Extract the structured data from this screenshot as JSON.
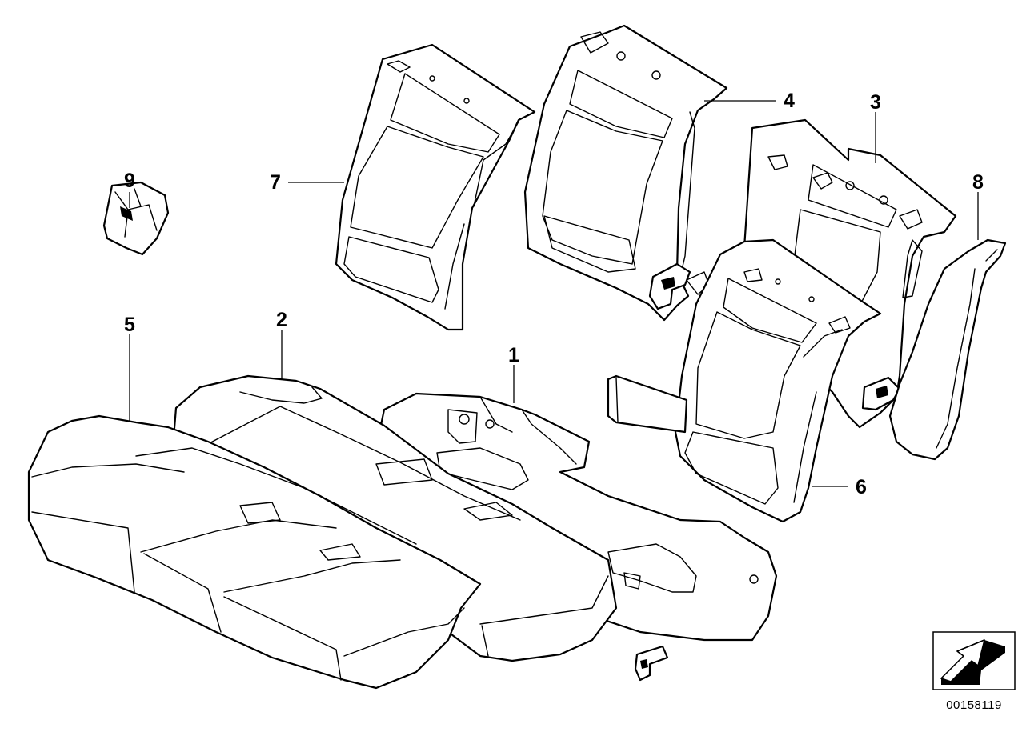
{
  "diagram": {
    "callouts": [
      {
        "id": "c1",
        "label": "1"
      },
      {
        "id": "c2",
        "label": "2"
      },
      {
        "id": "c3",
        "label": "3"
      },
      {
        "id": "c4",
        "label": "4"
      },
      {
        "id": "c5",
        "label": "5"
      },
      {
        "id": "c6",
        "label": "6"
      },
      {
        "id": "c7",
        "label": "7"
      },
      {
        "id": "c8",
        "label": "8"
      },
      {
        "id": "c9",
        "label": "9"
      }
    ],
    "reference_number": "00158119"
  }
}
